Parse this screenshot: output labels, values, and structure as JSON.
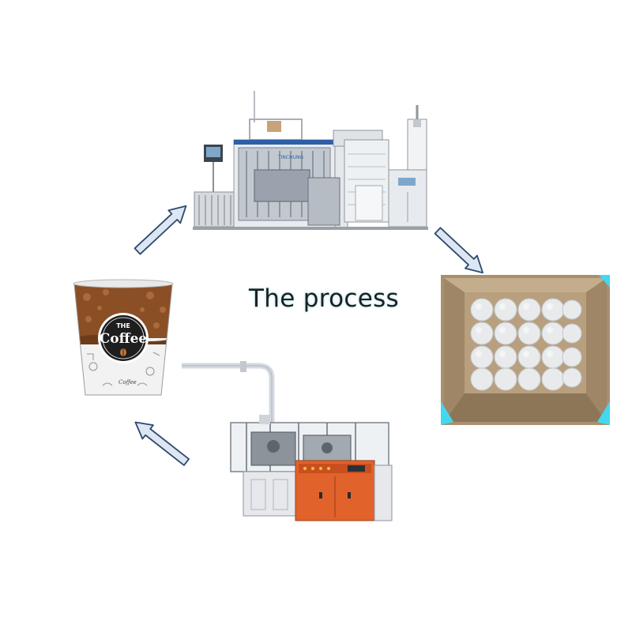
{
  "title": "The process",
  "cup": {
    "brand_top": "THE",
    "brand_main": "Coffee",
    "script_text": "Coffee"
  },
  "thermo_machine": {
    "brand_label": "TINCHUNG"
  },
  "colors": {
    "arrow_fill": "#dde6f2",
    "arrow_stroke": "#2c4a6e",
    "title_glow": "#bfe8f0",
    "cup_brown": "#8a4f25",
    "cup_white": "#f2f2f2",
    "machine_orange": "#e2622c",
    "machine_gray": "#c9cdd3",
    "box_cardboard": "#a88e6f",
    "box_glow": "#43d7f0",
    "lids": "#e8eaec"
  },
  "icons": [
    "arrow-up-right-icon",
    "arrow-down-right-icon",
    "arrow-up-left-icon"
  ]
}
